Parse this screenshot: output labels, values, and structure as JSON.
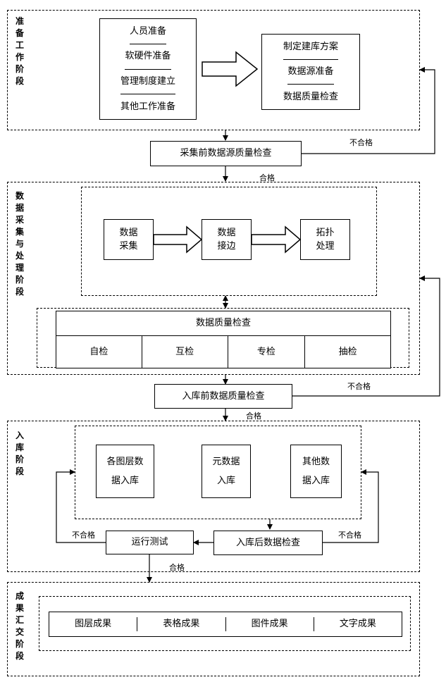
{
  "stages": {
    "prep": "准备工作阶段",
    "collect": "数据采集与处理阶段",
    "storage": "入库阶段",
    "output": "成果汇交阶段"
  },
  "prep_tasks": [
    "人员准备",
    "软硬件准备",
    "管理制度建立",
    "其他工作准备"
  ],
  "plan_tasks": [
    "制定建库方案",
    "数据源准备",
    "数据质量检查"
  ],
  "pre_collect_check": "采集前数据源质量检查",
  "collect_steps": [
    {
      "line1": "数据",
      "line2": "采集"
    },
    {
      "line1": "数据",
      "line2": "接边"
    },
    {
      "line1": "拓扑",
      "line2": "处理"
    }
  ],
  "quality_check": {
    "title": "数据质量检查",
    "methods": [
      "自检",
      "互检",
      "专检",
      "抽检"
    ]
  },
  "pre_storage_check": "入库前数据质量检查",
  "storage_items": [
    {
      "line1": "各图层数",
      "line2": "据入库"
    },
    {
      "line1": "元数据",
      "line2": "入库"
    },
    {
      "line1": "其他数",
      "line2": "据入库"
    }
  ],
  "post_storage_check": "入库后数据检查",
  "run_test": "运行测试",
  "outputs": [
    "图层成果",
    "表格成果",
    "图件成果",
    "文字成果"
  ],
  "labels": {
    "fail": "不合格",
    "pass": "合格"
  }
}
